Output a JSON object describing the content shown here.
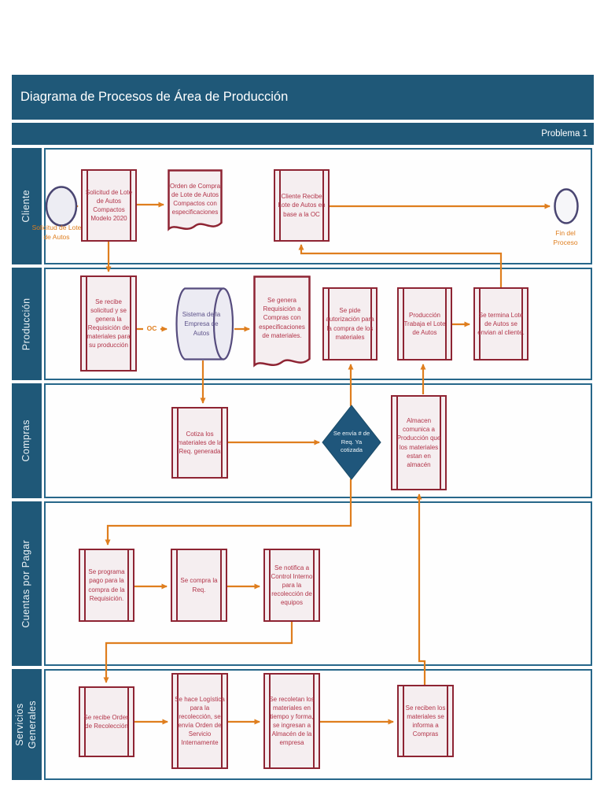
{
  "header": {
    "title": "Diagrama de Procesos de Área de Producción",
    "problem_label": "Problema 1"
  },
  "lanes": [
    {
      "label": "Cliente"
    },
    {
      "label": "Producción"
    },
    {
      "label": "Compras"
    },
    {
      "label": "Cuentas por Pagar"
    },
    {
      "label": "Servicios Generales"
    }
  ],
  "colors": {
    "teal": "#1F5878",
    "lane-border": "#27678A",
    "box-border": "#8E2433",
    "box-fill": "#F5EEF0",
    "box-text": "#B23449",
    "purple-border": "#564C7E",
    "purple-fill": "#ECEBF3",
    "purple-text": "#5C5189",
    "diamond-fill": "#1F567B",
    "orange": "#DF7E1E",
    "circle-border": "#4A4672",
    "circle-fill": "#EDEDF3"
  },
  "nodes": {
    "start_label": "Solicitud de Lote de Autos",
    "solicitud_lote": "Solicitud de Lote de Autos Compactos Modelo 2020",
    "orden_compra_doc": "Orden de Compra de Lote de Autos Compactos con especificaciones",
    "cliente_recibe": "Cliente Recibe Lote de Autos en base a la OC",
    "fin_label": "Fin del Proceso",
    "recibe_solicitud": "Se recibe solicitud y se genera la Requisición de materiales para su producción",
    "oc_label": "OC",
    "sistema": "Sistema de la Empresa de Autos",
    "genera_requisicion_doc": "Se genera Requisición a Compras con especificaciones de materiales.",
    "pide_autorizacion": "Se pide autorización para la compra de los materiales",
    "produccion_trabaja": "Producción Trabaja el Lote de Autos",
    "termina_lote": "Se termina Lote de Autos se envian al cliente.",
    "cotiza": "Cotiza los materiales de la Req. generada",
    "envia_req": "Se envía # de Req. Ya cotizada",
    "almacen_comunica": "Almacen comunica a Producción que los materiales estan en almacén",
    "programa_pago": "Se programa pago para la compra de la Requisición.",
    "compra_req": "Se compra la Req.",
    "notifica_control": "Se notifica a Control Interno para la recolección de equipos",
    "recibe_orden": "Se recibe Orden de Recolección",
    "hace_logistica": "Se hace Logística para la recolección, se envía Orden de Servicio Internamente",
    "recolectan": "Se recoletan los materiales en tiempo y forma, se ingresan a Almacén de la empresa",
    "reciben_materiales": "Se reciben los materiales se informa a Compras"
  }
}
